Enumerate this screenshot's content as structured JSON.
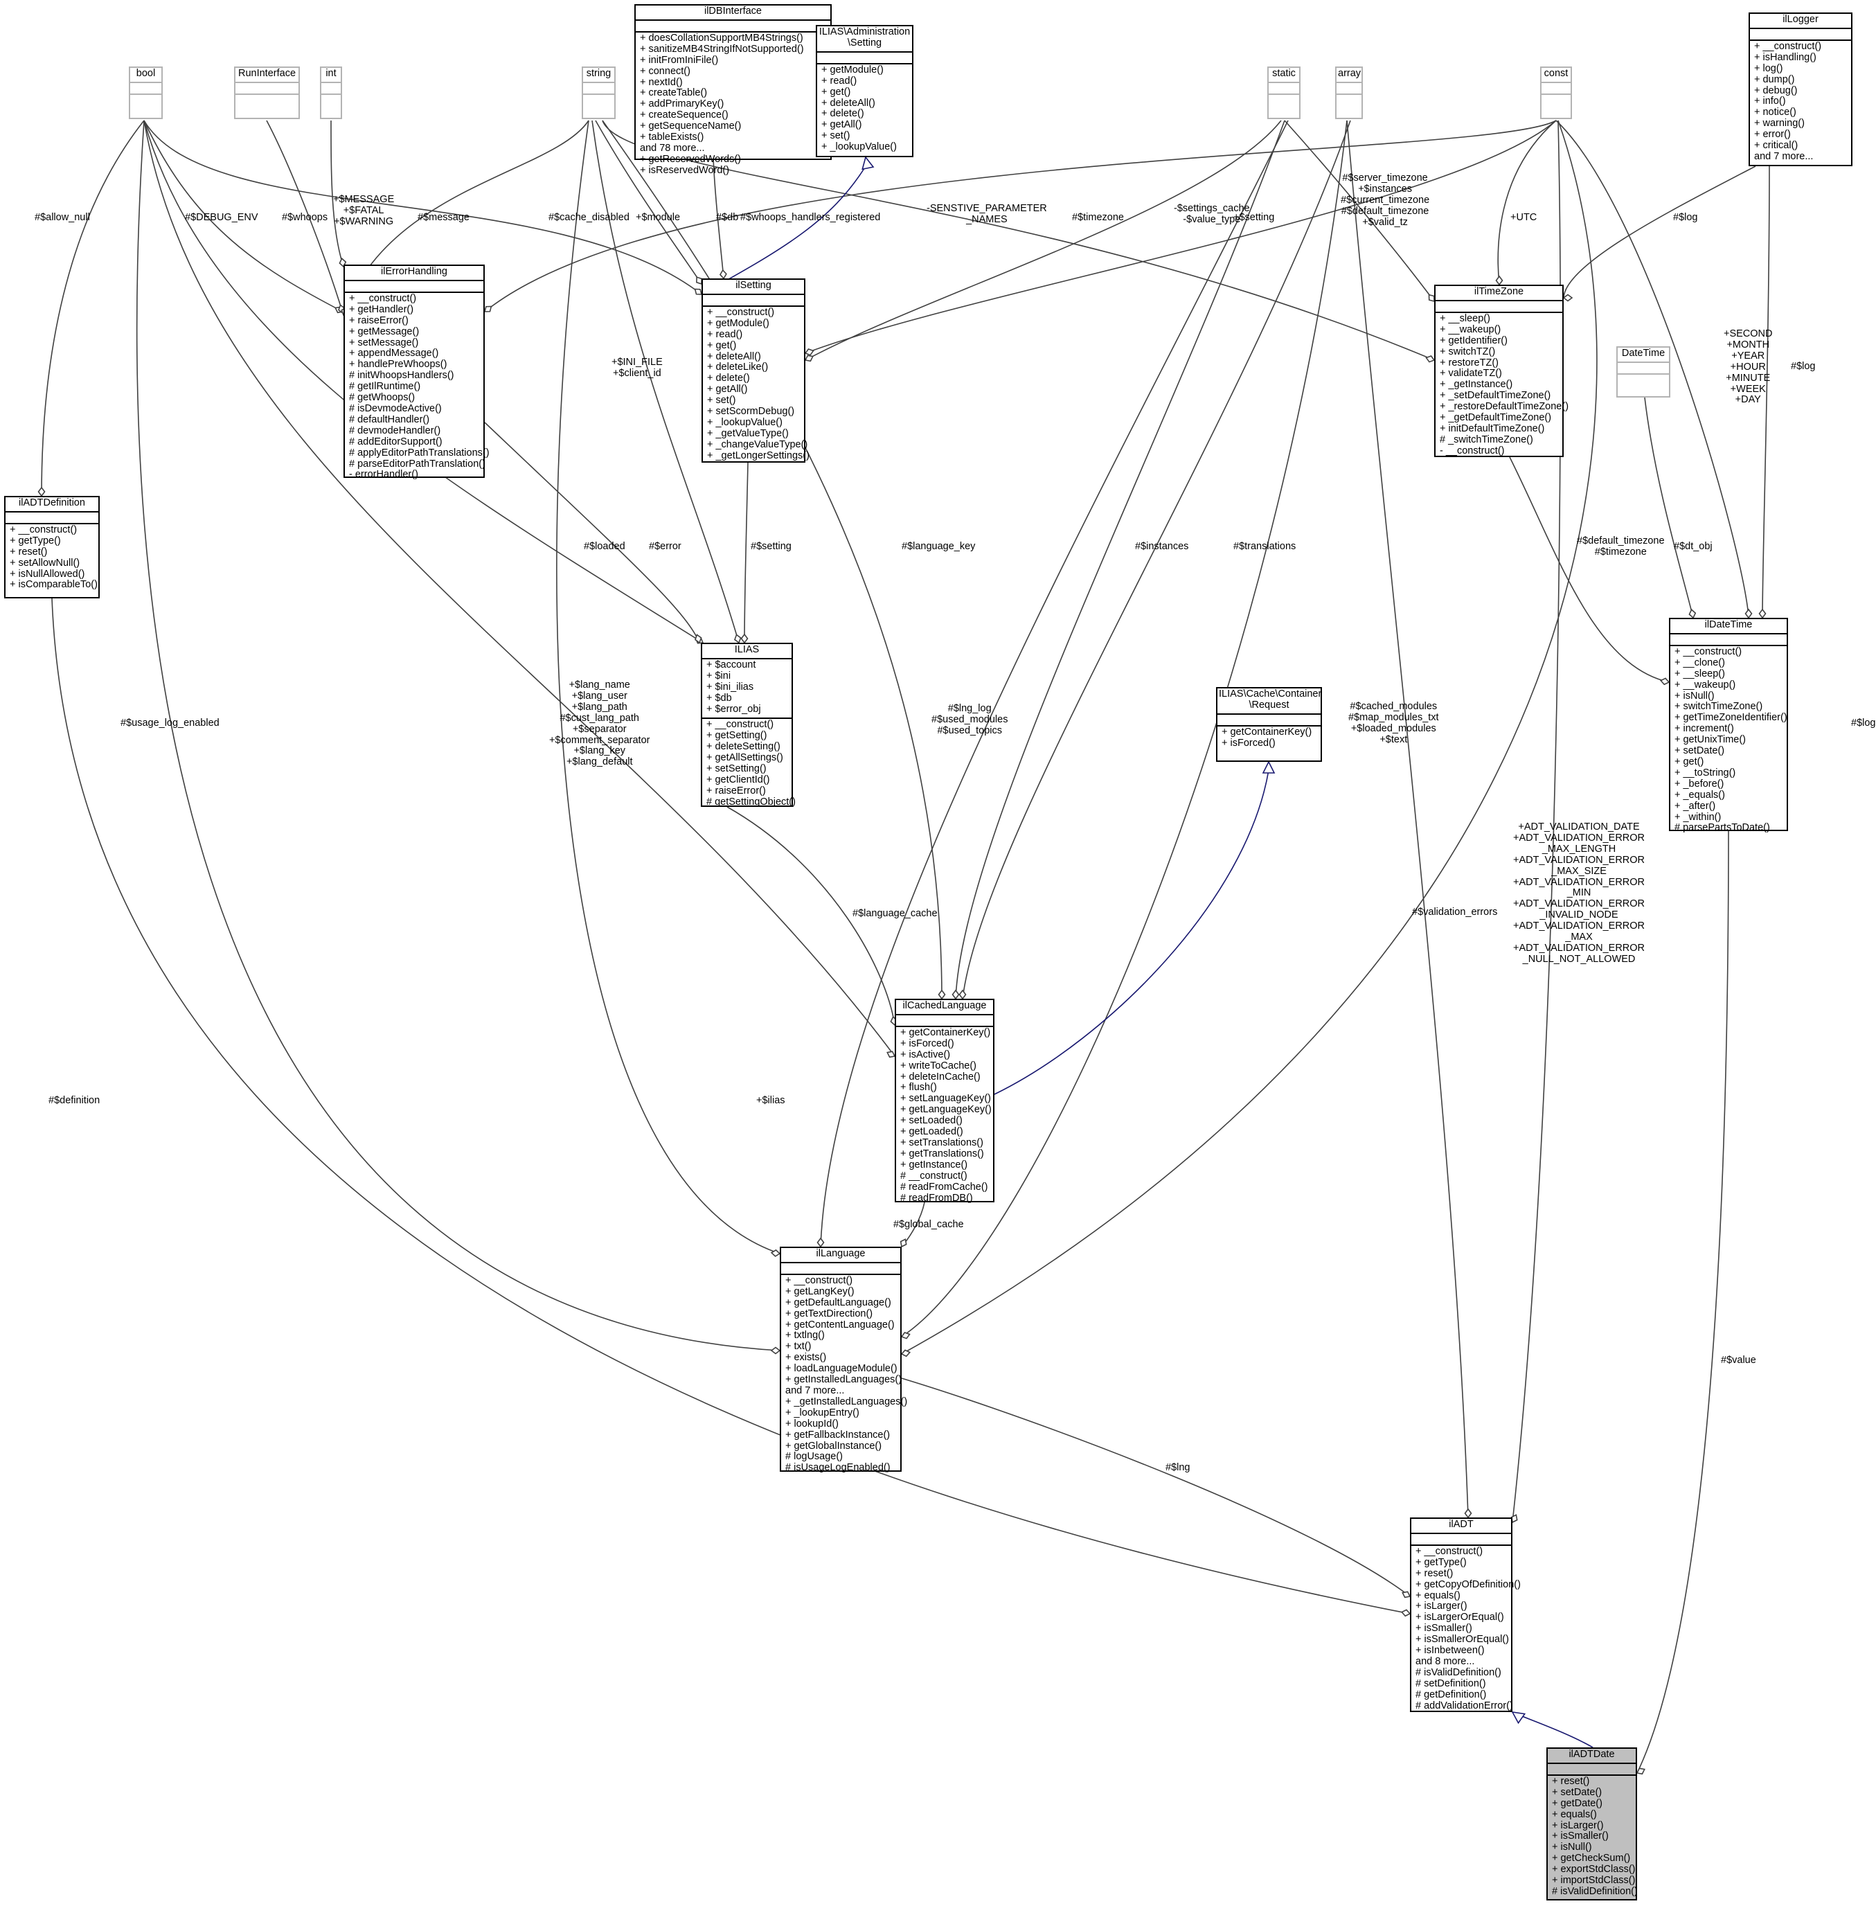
{
  "classes": [
    {
      "id": "ilDBInterface",
      "name": "ilDBInterface",
      "attrs": [],
      "methods": [
        "+ doesCollationSupportMB4Strings()",
        "+ sanitizeMB4StringIfNotSupported()",
        "+ initFromIniFile()",
        "+ connect()",
        "+ nextId()",
        "+ createTable()",
        "+ addPrimaryKey()",
        "+ createSequence()",
        "+ getSequenceName()",
        "+ tableExists()",
        "and 78 more...",
        "+ getReservedWords()",
        "+ isReservedWord()"
      ]
    },
    {
      "id": "adminSetting",
      "name": "ILIAS\\Administration\n\\Setting",
      "attrs": [],
      "methods": [
        "+ getModule()",
        "+ read()",
        "+ get()",
        "+ deleteAll()",
        "+ delete()",
        "+ getAll()",
        "+ set()",
        "+ _lookupValue()"
      ]
    },
    {
      "id": "ilLogger",
      "name": "ilLogger",
      "attrs": [],
      "methods": [
        "+ __construct()",
        "+ isHandling()",
        "+ log()",
        "+ dump()",
        "+ debug()",
        "+ info()",
        "+ notice()",
        "+ warning()",
        "+ error()",
        "+ critical()",
        "and 7 more..."
      ]
    },
    {
      "id": "bool",
      "name": "bool",
      "grey": true,
      "attrs": [],
      "methods": []
    },
    {
      "id": "RunInterface",
      "name": "RunInterface",
      "grey": true,
      "attrs": [],
      "methods": []
    },
    {
      "id": "int",
      "name": "int",
      "grey": true,
      "attrs": [],
      "methods": []
    },
    {
      "id": "string",
      "name": "string",
      "grey": true,
      "attrs": [],
      "methods": []
    },
    {
      "id": "static",
      "name": "static",
      "grey": true,
      "attrs": [],
      "methods": []
    },
    {
      "id": "array",
      "name": "array",
      "grey": true,
      "attrs": [],
      "methods": []
    },
    {
      "id": "const",
      "name": "const",
      "grey": true,
      "attrs": [],
      "methods": []
    },
    {
      "id": "DateTime",
      "name": "DateTime",
      "grey": true,
      "attrs": [],
      "methods": []
    },
    {
      "id": "ilErrorHandling",
      "name": "ilErrorHandling",
      "attrs": [],
      "methods": [
        "+ __construct()",
        "+ getHandler()",
        "+ raiseError()",
        "+ getMessage()",
        "+ setMessage()",
        "+ appendMessage()",
        "+ handlePreWhoops()",
        "# initWhoopsHandlers()",
        "# getIlRuntime()",
        "# getWhoops()",
        "# isDevmodeActive()",
        "# defaultHandler()",
        "# devmodeHandler()",
        "# addEditorSupport()",
        "# applyEditorPathTranslations()",
        "# parseEditorPathTranslation()",
        "- errorHandler()"
      ]
    },
    {
      "id": "ilSetting",
      "name": "ilSetting",
      "attrs": [],
      "methods": [
        "+ __construct()",
        "+ getModule()",
        "+ read()",
        "+ get()",
        "+ deleteAll()",
        "+ deleteLike()",
        "+ delete()",
        "+ getAll()",
        "+ set()",
        "+ setScormDebug()",
        "+ _lookupValue()",
        "+ _getValueType()",
        "+ _changeValueType()",
        "+ _getLongerSettings()"
      ]
    },
    {
      "id": "ilTimeZone",
      "name": "ilTimeZone",
      "attrs": [],
      "methods": [
        "+ __sleep()",
        "+ __wakeup()",
        "+ getIdentifier()",
        "+ switchTZ()",
        "+ restoreTZ()",
        "+ validateTZ()",
        "+ _getInstance()",
        "+ _setDefaultTimeZone()",
        "+ _restoreDefaultTimeZone()",
        "+ _getDefaultTimeZone()",
        "+ initDefaultTimeZone()",
        "# _switchTimeZone()",
        "- __construct()"
      ]
    },
    {
      "id": "ilADTDefinition",
      "name": "ilADTDefinition",
      "attrs": [],
      "methods": [
        "+ __construct()",
        "+ getType()",
        "+ reset()",
        "+ setAllowNull()",
        "+ isNullAllowed()",
        "+ isComparableTo()"
      ]
    },
    {
      "id": "ILIAS",
      "name": "ILIAS",
      "attrs": [
        "+ $account",
        "+ $ini",
        "+ $ini_ilias",
        "+ $db",
        "+ $error_obj"
      ],
      "methods": [
        "+ __construct()",
        "+ getSetting()",
        "+ deleteSetting()",
        "+ getAllSettings()",
        "+ setSetting()",
        "+ getClientId()",
        "+ raiseError()",
        "# getSettingObject()"
      ]
    },
    {
      "id": "cacheRequest",
      "name": "ILIAS\\Cache\\Container\n\\Request",
      "attrs": [],
      "methods": [
        "+ getContainerKey()",
        "+ isForced()"
      ]
    },
    {
      "id": "ilDateTime",
      "name": "ilDateTime",
      "attrs": [],
      "methods": [
        "+ __construct()",
        "+ __clone()",
        "+ __sleep()",
        "+ __wakeup()",
        "+ isNull()",
        "+ switchTimeZone()",
        "+ getTimeZoneIdentifier()",
        "+ increment()",
        "+ getUnixTime()",
        "+ setDate()",
        "+ get()",
        "+ __toString()",
        "+ _before()",
        "+ _equals()",
        "+ _after()",
        "+ _within()",
        "# parsePartsToDate()"
      ]
    },
    {
      "id": "ilCachedLanguage",
      "name": "ilCachedLanguage",
      "attrs": [],
      "methods": [
        "+ getContainerKey()",
        "+ isForced()",
        "+ isActive()",
        "+ writeToCache()",
        "+ deleteInCache()",
        "+ flush()",
        "+ setLanguageKey()",
        "+ getLanguageKey()",
        "+ setLoaded()",
        "+ getLoaded()",
        "+ setTranslations()",
        "+ getTranslations()",
        "+ getInstance()",
        "# __construct()",
        "# readFromCache()",
        "# readFromDB()"
      ]
    },
    {
      "id": "ilLanguage",
      "name": "ilLanguage",
      "attrs": [],
      "methods": [
        "+ __construct()",
        "+ getLangKey()",
        "+ getDefaultLanguage()",
        "+ getTextDirection()",
        "+ getContentLanguage()",
        "+ txtlng()",
        "+ txt()",
        "+ exists()",
        "+ loadLanguageModule()",
        "+ getInstalledLanguages()",
        "and 7 more...",
        "+ _getInstalledLanguages()",
        "+ _lookupEntry()",
        "+ lookupId()",
        "+ getFallbackInstance()",
        "+ getGlobalInstance()",
        "# logUsage()",
        "# isUsageLogEnabled()"
      ]
    },
    {
      "id": "ilADT",
      "name": "ilADT",
      "attrs": [],
      "methods": [
        "+ __construct()",
        "+ getType()",
        "+ reset()",
        "+ getCopyOfDefinition()",
        "+ equals()",
        "+ isLarger()",
        "+ isLargerOrEqual()",
        "+ isSmaller()",
        "+ isSmallerOrEqual()",
        "+ isInbetween()",
        "and 8 more...",
        "# isValidDefinition()",
        "# setDefinition()",
        "# getDefinition()",
        "# addValidationError()"
      ]
    },
    {
      "id": "ilADTDate",
      "name": "ilADTDate",
      "focus": true,
      "attrs": [],
      "methods": [
        "+ reset()",
        "+ setDate()",
        "+ getDate()",
        "+ equals()",
        "+ isLarger()",
        "+ isSmaller()",
        "+ isNull()",
        "+ getCheckSum()",
        "+ exportStdClass()",
        "+ importStdClass()",
        "# isValidDefinition()"
      ]
    }
  ],
  "labels": [
    {
      "id": "l_allow_null",
      "text": "#$allow_null"
    },
    {
      "id": "l_debug_env",
      "text": "#$DEBUG_ENV"
    },
    {
      "id": "l_whoops",
      "text": "#$whoops"
    },
    {
      "id": "l_message_consts",
      "text": "+$MESSAGE\n+$FATAL\n+$WARNING"
    },
    {
      "id": "l_message",
      "text": "#$message"
    },
    {
      "id": "l_cache_disabled",
      "text": "#$cache_disabled"
    },
    {
      "id": "l_module",
      "text": "+$module"
    },
    {
      "id": "l_db",
      "text": "#$db"
    },
    {
      "id": "l_whoops_reg",
      "text": "#$whoops_handlers_registered"
    },
    {
      "id": "l_sensitive",
      "text": "-SENSTIVE_PARAMETER\n_NAMES"
    },
    {
      "id": "l_timezone",
      "text": "#$timezone"
    },
    {
      "id": "l_settings_cache",
      "text": "-$settings_cache\n-$value_type"
    },
    {
      "id": "l_setting_static",
      "text": "+$setting"
    },
    {
      "id": "l_tz_statics",
      "text": "#$server_timezone\n+$instances\n#$current_timezone\n#$default_timezone\n+$valid_tz"
    },
    {
      "id": "l_utc",
      "text": "+UTC"
    },
    {
      "id": "l_log_tz",
      "text": "#$log"
    },
    {
      "id": "l_ini_file",
      "text": "+$INI_FILE\n+$client_id"
    },
    {
      "id": "l_units",
      "text": "+SECOND\n+MONTH\n+YEAR\n+HOUR\n+MINUTE\n+WEEK\n+DAY"
    },
    {
      "id": "l_log_dt",
      "text": "#$log"
    },
    {
      "id": "l_loaded",
      "text": "#$loaded"
    },
    {
      "id": "l_error",
      "text": "#$error"
    },
    {
      "id": "l_setting",
      "text": "#$setting"
    },
    {
      "id": "l_language_key",
      "text": "#$language_key"
    },
    {
      "id": "l_instances",
      "text": "#$instances"
    },
    {
      "id": "l_translations",
      "text": "#$translations"
    },
    {
      "id": "l_default_tz",
      "text": "#$default_timezone\n#$timezone"
    },
    {
      "id": "l_dt_obj",
      "text": "#$dt_obj"
    },
    {
      "id": "l_lang_vars",
      "text": "+$lang_name\n+$lang_user\n+$lang_path\n#$cust_lang_path\n+$separator\n+$comment_separator\n+$lang_key\n+$lang_default"
    },
    {
      "id": "l_lng_log",
      "text": "#$lng_log\n#$used_modules\n#$used_topics"
    },
    {
      "id": "l_cached_modules",
      "text": "#$cached_modules\n#$map_modules_txt\n+$loaded_modules\n+$text"
    },
    {
      "id": "l_usage_log",
      "text": "#$usage_log_enabled"
    },
    {
      "id": "l_log_lang",
      "text": "#$log"
    },
    {
      "id": "l_validation_consts",
      "text": "+ADT_VALIDATION_DATE\n+ADT_VALIDATION_ERROR\n_MAX_LENGTH\n+ADT_VALIDATION_ERROR\n_MAX_SIZE\n+ADT_VALIDATION_ERROR\n_MIN\n+ADT_VALIDATION_ERROR\n_INVALID_NODE\n+ADT_VALIDATION_ERROR\n_MAX\n+ADT_VALIDATION_ERROR\n_NULL_NOT_ALLOWED"
    },
    {
      "id": "l_validation_errors",
      "text": "#$validation_errors"
    },
    {
      "id": "l_language_cache",
      "text": "#$language_cache"
    },
    {
      "id": "l_ilias",
      "text": "+$ilias"
    },
    {
      "id": "l_global_cache",
      "text": "#$global_cache"
    },
    {
      "id": "l_definition",
      "text": "#$definition"
    },
    {
      "id": "l_value",
      "text": "#$value"
    },
    {
      "id": "l_lng",
      "text": "#$lng"
    }
  ],
  "colors": {
    "focus_fill": "#bfbfbf",
    "realization_edge": "#191970",
    "type_border": "#b3b3b3",
    "edge": "#404040"
  }
}
